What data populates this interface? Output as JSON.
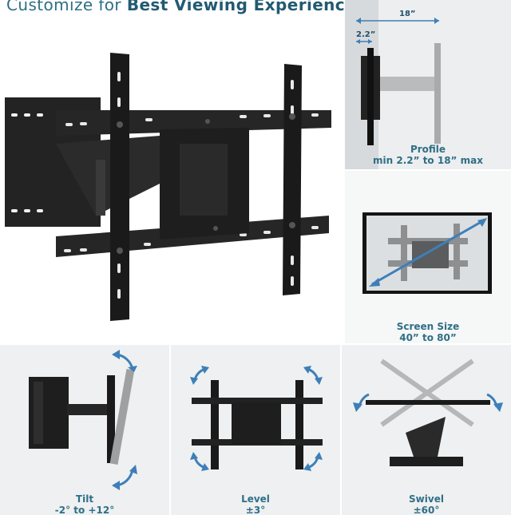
{
  "headline": {
    "regular": "Customize for",
    "bold": "Best Viewing Experience"
  },
  "colors": {
    "accent": "#2f6f86",
    "arrow": "#3d7fb8",
    "mount": "#1c1c1c"
  },
  "profile": {
    "dim_width": "18”",
    "dim_depth": "2.2”",
    "title": "Profile",
    "subtitle": "min 2.2” to 18” max"
  },
  "screen_size": {
    "title": "Screen Size",
    "subtitle": "40” to 80”"
  },
  "tilt": {
    "title": "Tilt",
    "subtitle": "-2° to +12°"
  },
  "level": {
    "title": "Level",
    "subtitle": "±3°"
  },
  "swivel": {
    "title": "Swivel",
    "subtitle": "±60°"
  }
}
